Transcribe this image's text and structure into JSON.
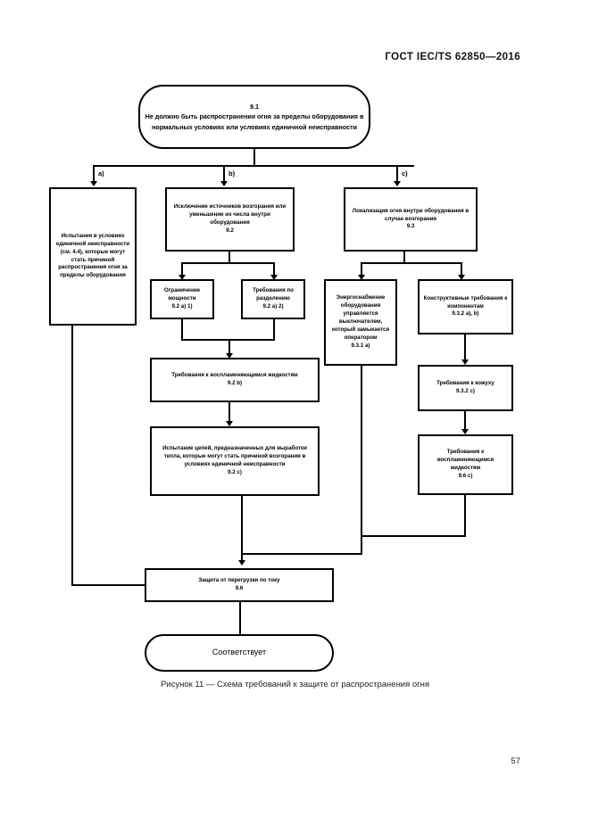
{
  "header": {
    "standard": "ГОСТ IEC/TS 62850—2016"
  },
  "page": {
    "number": "57"
  },
  "figure": {
    "caption": "Рисунок 11 — Схема требований к защите от распространения огня",
    "branch_tags": {
      "a": "a)",
      "b": "b)",
      "c": "c)"
    },
    "nodes": {
      "start": {
        "ref": "9.1",
        "text": "Не должно быть распространения огня за пределы оборудования в нормальных условиях или условиях единичной неисправности"
      },
      "branch_a": {
        "text": "Испытания в условиях единичной неисправности (см. 4.4), которые могут стать причиной распространения огня за пределы оборудования",
        "ref": ""
      },
      "branch_b": {
        "text": "Исключение источников возгорания или уменьшение их числа внутри оборудования",
        "ref": "9.2"
      },
      "branch_c": {
        "text": "Локализация огня внутри оборудования в случае возгорания",
        "ref": "9.3"
      },
      "power_limit": {
        "text": "Ограничение мощности",
        "ref": "9.2 a) 1)"
      },
      "separation": {
        "text": "Требования по разделению",
        "ref": "9.2 a) 2)"
      },
      "power_supply": {
        "text": "Энергоснабжение оборудования управляется выключателем, который замыкается оператором",
        "ref": "9.3.1 a)"
      },
      "construction": {
        "text": "Конструктивные требования к компонентам",
        "ref": "9.3.2 a), b)"
      },
      "flammable_liquids_b": {
        "text": "Требования к воспламеняющимся жидкостям",
        "ref": "9.2 b)"
      },
      "enclosure": {
        "text": "Требования к кожуху",
        "ref": "9.3.2 c)"
      },
      "heat_circuits": {
        "text": "Испытание цепей, предназначенных для выработки тепла, которые могут стать причиной возгорания в условиях единичной неисправности",
        "ref": "9.2 c)"
      },
      "flammable_liquids_c": {
        "text": "Требования к воспламеняющимся жидкостям",
        "ref": "9.6 c)"
      },
      "overcurrent": {
        "text": "Защита от перегрузки по току",
        "ref": "9.6"
      },
      "end": {
        "text": "Соответствует"
      }
    }
  }
}
